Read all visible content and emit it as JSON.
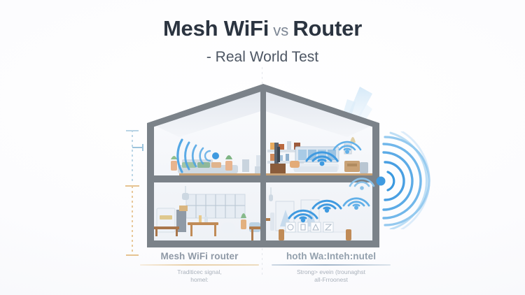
{
  "background_color": "#fdfdfe",
  "title": {
    "part1": "Mesh WiFi",
    "vs": "vs",
    "part2": "Router",
    "subtitle": "- Real World Test"
  },
  "colors": {
    "title_dark": "#2b3440",
    "vs_gray": "#7d8794",
    "subtitle_gray": "#4d5663",
    "wall_gray": "#7b8289",
    "signal_blue": "#3f9ae0",
    "signal_blue_light": "#9ecdf0",
    "gauge_orange": "#e6c391",
    "gauge_blue": "#9dc4dc",
    "caption_gray": "#8f99a6",
    "caption_sub_gray": "#a9b1bb",
    "rule_left": "#e9cfa6",
    "rule_right": "#9fb3c8"
  },
  "captions": [
    {
      "side": "left",
      "heading": "Mesh WiFi router",
      "sub_line1": "Traditicec signal,",
      "sub_line2": "homel:"
    },
    {
      "side": "right",
      "heading": "hoth Wa:Inteh:nutel",
      "sub_line1": "Strong> evein (trounaghst",
      "sub_line2": "all-Frroonest"
    }
  ],
  "illustration": {
    "name": "house-cutaway",
    "floors": 2,
    "rooms": [
      {
        "name": "upper-left-living-room",
        "has_signal": true,
        "signal_strength": "weak"
      },
      {
        "name": "upper-right-living-room",
        "has_signal": true,
        "signal_strength": "strong"
      },
      {
        "name": "lower-left-kitchen",
        "has_signal": false,
        "signal_strength": "none"
      },
      {
        "name": "lower-right-lounge",
        "has_signal": true,
        "signal_strength": "strong"
      }
    ],
    "exterior_signal": {
      "name": "exterior-mesh-broadcast",
      "arcs": 7
    },
    "roof_beam": {
      "name": "roof-signal-beam"
    }
  },
  "gauge": {
    "name": "vertical-range-gauge",
    "top_segment_color": "#9dc4dc",
    "bottom_segment_color": "#e6c391"
  }
}
